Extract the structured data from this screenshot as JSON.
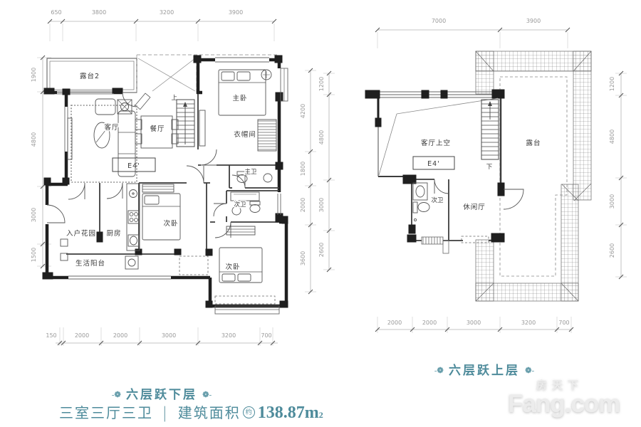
{
  "colors": {
    "accent": "#4e8b9b",
    "wall": "#1f1f1f",
    "dim_text": "#999999",
    "watermark": "#ececec"
  },
  "left_plan": {
    "title": {
      "prefix": "-❁",
      "text": "六层跃下层",
      "suffix": "❁-"
    },
    "rooms": {
      "terrace2": "露台2",
      "living": "客厅",
      "dining": "餐厅",
      "master": "主卧",
      "cloak": "衣帽间",
      "master_bath": "主卫",
      "second_bath": "次卫",
      "bed2": "次卧",
      "bed3": "次卧",
      "foyer": "入户花园",
      "kitchen": "厨房",
      "service_balcony": "生活阳台",
      "unit": "E4'",
      "stairs_up": "上"
    },
    "dims": {
      "top": [
        "650",
        "3800",
        "3200",
        "3900"
      ],
      "left": [
        "1900",
        "4800",
        "3000",
        "1500"
      ],
      "right": [
        "4200",
        "1800",
        "2000",
        "3600"
      ],
      "bottom": [
        "150",
        "2000",
        "2000",
        "3000",
        "3200",
        "700"
      ]
    }
  },
  "right_plan": {
    "title": {
      "prefix": "-❁",
      "text": "六层跃上层",
      "suffix": "❁-"
    },
    "rooms": {
      "living_void": "客厅上空",
      "terrace": "露台",
      "second_bath": "次卫",
      "leisure": "休闲厅",
      "unit": "E4'",
      "stairs_down": "下"
    },
    "dims": {
      "top": [
        "7000",
        "3900"
      ],
      "left": [
        "1200",
        "4800",
        "3000",
        "2600"
      ],
      "right": [
        "1200",
        "4800",
        "3000",
        "2600"
      ],
      "bottom": [
        "2000",
        "2000",
        "3000",
        "3200",
        "700"
      ]
    }
  },
  "footer": {
    "spec": "三室三厅三卫",
    "divider": "│",
    "area_label": "建筑面积",
    "area_qualifier": "约",
    "area_value": "138.87m",
    "area_exponent": "2"
  },
  "watermark": {
    "cn": "房天下",
    "en": "Fang.com"
  }
}
